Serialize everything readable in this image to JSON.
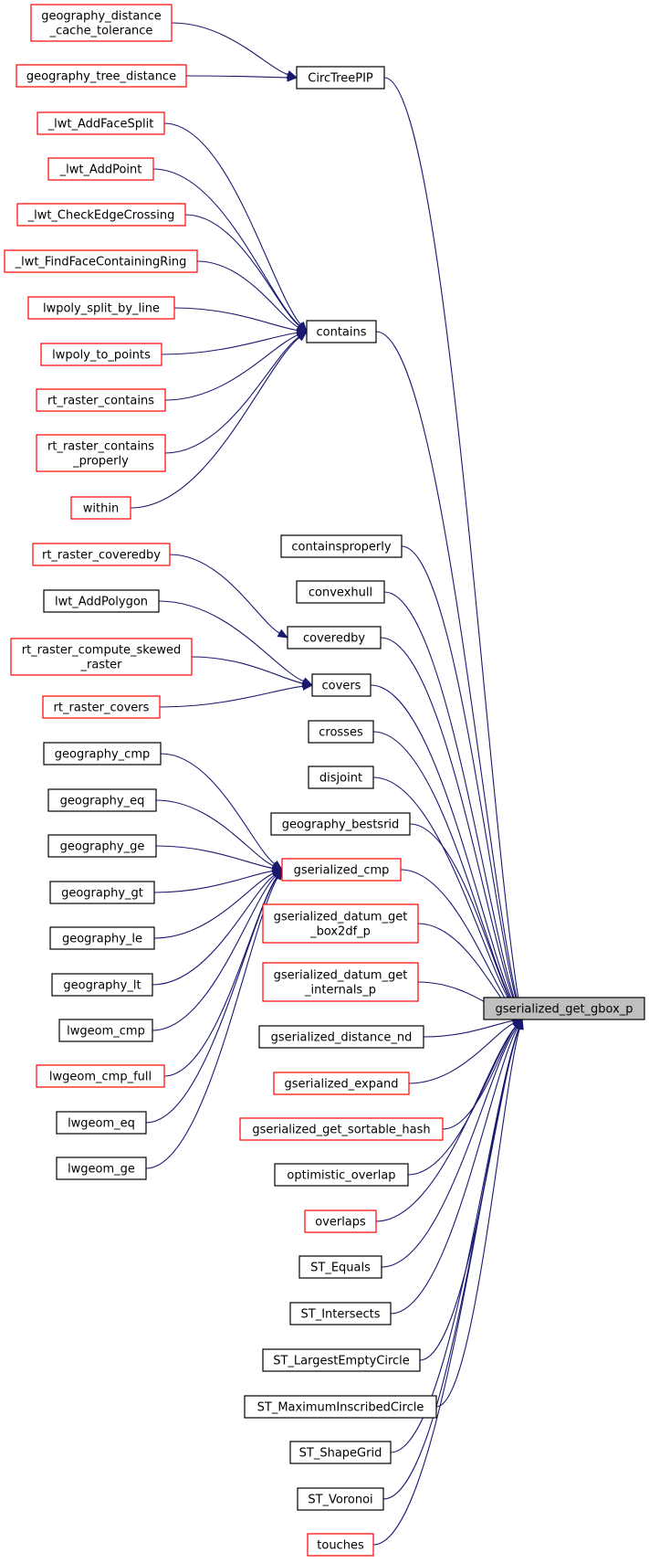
{
  "colors": {
    "edge": "#191970",
    "red_border": "#ff0000",
    "black_border": "#000000",
    "root_fill": "#bfbfbf"
  },
  "nodes": {
    "geography_distance_cache_tolerance": {
      "lines": [
        "geography_distance",
        "_cache_tolerance"
      ],
      "border": "red"
    },
    "geography_tree_distance": {
      "lines": [
        "geography_tree_distance"
      ],
      "border": "red"
    },
    "CircTreePIP": {
      "lines": [
        "CircTreePIP"
      ],
      "border": "black"
    },
    "_lwt_AddFaceSplit": {
      "lines": [
        "_lwt_AddFaceSplit"
      ],
      "border": "red"
    },
    "_lwt_AddPoint": {
      "lines": [
        "_lwt_AddPoint"
      ],
      "border": "red"
    },
    "_lwt_CheckEdgeCrossing": {
      "lines": [
        "_lwt_CheckEdgeCrossing"
      ],
      "border": "red"
    },
    "_lwt_FindFaceContainingRing": {
      "lines": [
        "_lwt_FindFaceContainingRing"
      ],
      "border": "red"
    },
    "lwpoly_split_by_line": {
      "lines": [
        "lwpoly_split_by_line"
      ],
      "border": "red"
    },
    "lwpoly_to_points": {
      "lines": [
        "lwpoly_to_points"
      ],
      "border": "red"
    },
    "rt_raster_contains": {
      "lines": [
        "rt_raster_contains"
      ],
      "border": "red"
    },
    "rt_raster_contains_properly": {
      "lines": [
        "rt_raster_contains",
        "_properly"
      ],
      "border": "red"
    },
    "within": {
      "lines": [
        "within"
      ],
      "border": "red"
    },
    "contains": {
      "lines": [
        "contains"
      ],
      "border": "black"
    },
    "containsproperly": {
      "lines": [
        "containsproperly"
      ],
      "border": "black"
    },
    "convexhull": {
      "lines": [
        "convexhull"
      ],
      "border": "black"
    },
    "rt_raster_coveredby": {
      "lines": [
        "rt_raster_coveredby"
      ],
      "border": "red"
    },
    "coveredby": {
      "lines": [
        "coveredby"
      ],
      "border": "black"
    },
    "lwt_AddPolygon": {
      "lines": [
        "lwt_AddPolygon"
      ],
      "border": "black"
    },
    "rt_raster_compute_skewed_raster": {
      "lines": [
        "rt_raster_compute_skewed",
        "_raster"
      ],
      "border": "red"
    },
    "rt_raster_covers": {
      "lines": [
        "rt_raster_covers"
      ],
      "border": "red"
    },
    "covers": {
      "lines": [
        "covers"
      ],
      "border": "black"
    },
    "crosses": {
      "lines": [
        "crosses"
      ],
      "border": "black"
    },
    "disjoint": {
      "lines": [
        "disjoint"
      ],
      "border": "black"
    },
    "geography_bestsrid": {
      "lines": [
        "geography_bestsrid"
      ],
      "border": "black"
    },
    "geography_cmp": {
      "lines": [
        "geography_cmp"
      ],
      "border": "black"
    },
    "geography_eq": {
      "lines": [
        "geography_eq"
      ],
      "border": "black"
    },
    "geography_ge": {
      "lines": [
        "geography_ge"
      ],
      "border": "black"
    },
    "geography_gt": {
      "lines": [
        "geography_gt"
      ],
      "border": "black"
    },
    "geography_le": {
      "lines": [
        "geography_le"
      ],
      "border": "black"
    },
    "geography_lt": {
      "lines": [
        "geography_lt"
      ],
      "border": "black"
    },
    "lwgeom_cmp": {
      "lines": [
        "lwgeom_cmp"
      ],
      "border": "black"
    },
    "lwgeom_cmp_full": {
      "lines": [
        "lwgeom_cmp_full"
      ],
      "border": "red"
    },
    "lwgeom_eq": {
      "lines": [
        "lwgeom_eq"
      ],
      "border": "black"
    },
    "lwgeom_ge": {
      "lines": [
        "lwgeom_ge"
      ],
      "border": "black"
    },
    "gserialized_cmp": {
      "lines": [
        "gserialized_cmp"
      ],
      "border": "red"
    },
    "gserialized_datum_get_box2df_p": {
      "lines": [
        "gserialized_datum_get",
        "_box2df_p"
      ],
      "border": "red"
    },
    "gserialized_datum_get_internals_p": {
      "lines": [
        "gserialized_datum_get",
        "_internals_p"
      ],
      "border": "red"
    },
    "gserialized_distance_nd": {
      "lines": [
        "gserialized_distance_nd"
      ],
      "border": "black"
    },
    "gserialized_expand": {
      "lines": [
        "gserialized_expand"
      ],
      "border": "red"
    },
    "gserialized_get_sortable_hash": {
      "lines": [
        "gserialized_get_sortable_hash"
      ],
      "border": "red"
    },
    "optimistic_overlap": {
      "lines": [
        "optimistic_overlap"
      ],
      "border": "black"
    },
    "overlaps": {
      "lines": [
        "overlaps"
      ],
      "border": "red"
    },
    "ST_Equals": {
      "lines": [
        "ST_Equals"
      ],
      "border": "black"
    },
    "ST_Intersects": {
      "lines": [
        "ST_Intersects"
      ],
      "border": "black"
    },
    "ST_LargestEmptyCircle": {
      "lines": [
        "ST_LargestEmptyCircle"
      ],
      "border": "black"
    },
    "ST_MaximumInscribedCircle": {
      "lines": [
        "ST_MaximumInscribedCircle"
      ],
      "border": "black"
    },
    "ST_ShapeGrid": {
      "lines": [
        "ST_ShapeGrid"
      ],
      "border": "black"
    },
    "ST_Voronoi": {
      "lines": [
        "ST_Voronoi"
      ],
      "border": "black"
    },
    "touches": {
      "lines": [
        "touches"
      ],
      "border": "red"
    },
    "gserialized_get_gbox_p": {
      "lines": [
        "gserialized_get_gbox_p"
      ],
      "border": "root"
    }
  },
  "edges": [
    [
      "geography_distance_cache_tolerance",
      "CircTreePIP"
    ],
    [
      "geography_tree_distance",
      "CircTreePIP"
    ],
    [
      "_lwt_AddFaceSplit",
      "contains"
    ],
    [
      "_lwt_AddPoint",
      "contains"
    ],
    [
      "_lwt_CheckEdgeCrossing",
      "contains"
    ],
    [
      "_lwt_FindFaceContainingRing",
      "contains"
    ],
    [
      "lwpoly_split_by_line",
      "contains"
    ],
    [
      "lwpoly_to_points",
      "contains"
    ],
    [
      "rt_raster_contains",
      "contains"
    ],
    [
      "rt_raster_contains_properly",
      "contains"
    ],
    [
      "within",
      "contains"
    ],
    [
      "rt_raster_coveredby",
      "coveredby"
    ],
    [
      "lwt_AddPolygon",
      "covers"
    ],
    [
      "rt_raster_compute_skewed_raster",
      "covers"
    ],
    [
      "rt_raster_covers",
      "covers"
    ],
    [
      "geography_cmp",
      "gserialized_cmp"
    ],
    [
      "geography_eq",
      "gserialized_cmp"
    ],
    [
      "geography_ge",
      "gserialized_cmp"
    ],
    [
      "geography_gt",
      "gserialized_cmp"
    ],
    [
      "geography_le",
      "gserialized_cmp"
    ],
    [
      "geography_lt",
      "gserialized_cmp"
    ],
    [
      "lwgeom_cmp",
      "gserialized_cmp"
    ],
    [
      "lwgeom_cmp_full",
      "gserialized_cmp"
    ],
    [
      "lwgeom_eq",
      "gserialized_cmp"
    ],
    [
      "lwgeom_ge",
      "gserialized_cmp"
    ],
    [
      "CircTreePIP",
      "gserialized_get_gbox_p"
    ],
    [
      "contains",
      "gserialized_get_gbox_p"
    ],
    [
      "containsproperly",
      "gserialized_get_gbox_p"
    ],
    [
      "convexhull",
      "gserialized_get_gbox_p"
    ],
    [
      "coveredby",
      "gserialized_get_gbox_p"
    ],
    [
      "covers",
      "gserialized_get_gbox_p"
    ],
    [
      "crosses",
      "gserialized_get_gbox_p"
    ],
    [
      "disjoint",
      "gserialized_get_gbox_p"
    ],
    [
      "geography_bestsrid",
      "gserialized_get_gbox_p"
    ],
    [
      "gserialized_cmp",
      "gserialized_get_gbox_p"
    ],
    [
      "gserialized_datum_get_box2df_p",
      "gserialized_get_gbox_p"
    ],
    [
      "gserialized_datum_get_internals_p",
      "gserialized_get_gbox_p"
    ],
    [
      "gserialized_distance_nd",
      "gserialized_get_gbox_p"
    ],
    [
      "gserialized_expand",
      "gserialized_get_gbox_p"
    ],
    [
      "gserialized_get_sortable_hash",
      "gserialized_get_gbox_p"
    ],
    [
      "optimistic_overlap",
      "gserialized_get_gbox_p"
    ],
    [
      "overlaps",
      "gserialized_get_gbox_p"
    ],
    [
      "ST_Equals",
      "gserialized_get_gbox_p"
    ],
    [
      "ST_Intersects",
      "gserialized_get_gbox_p"
    ],
    [
      "ST_LargestEmptyCircle",
      "gserialized_get_gbox_p"
    ],
    [
      "ST_MaximumInscribedCircle",
      "gserialized_get_gbox_p"
    ],
    [
      "ST_ShapeGrid",
      "gserialized_get_gbox_p"
    ],
    [
      "ST_Voronoi",
      "gserialized_get_gbox_p"
    ],
    [
      "touches",
      "gserialized_get_gbox_p"
    ]
  ]
}
